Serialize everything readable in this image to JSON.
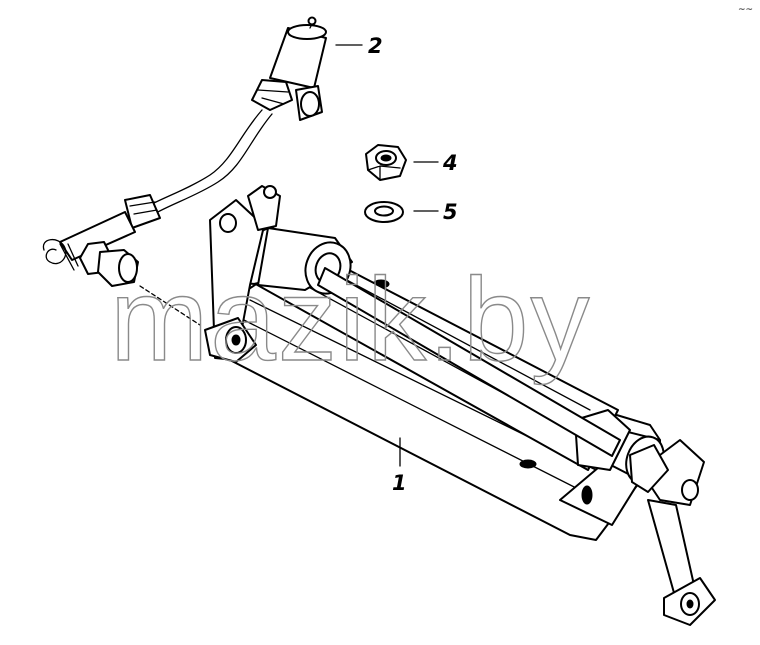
{
  "callouts": [
    {
      "id": "1",
      "label": "1"
    },
    {
      "id": "2",
      "label": "2"
    },
    {
      "id": "4",
      "label": "4"
    },
    {
      "id": "5",
      "label": "5"
    }
  ],
  "watermark": "mazik.by",
  "corner_mark": "~~"
}
